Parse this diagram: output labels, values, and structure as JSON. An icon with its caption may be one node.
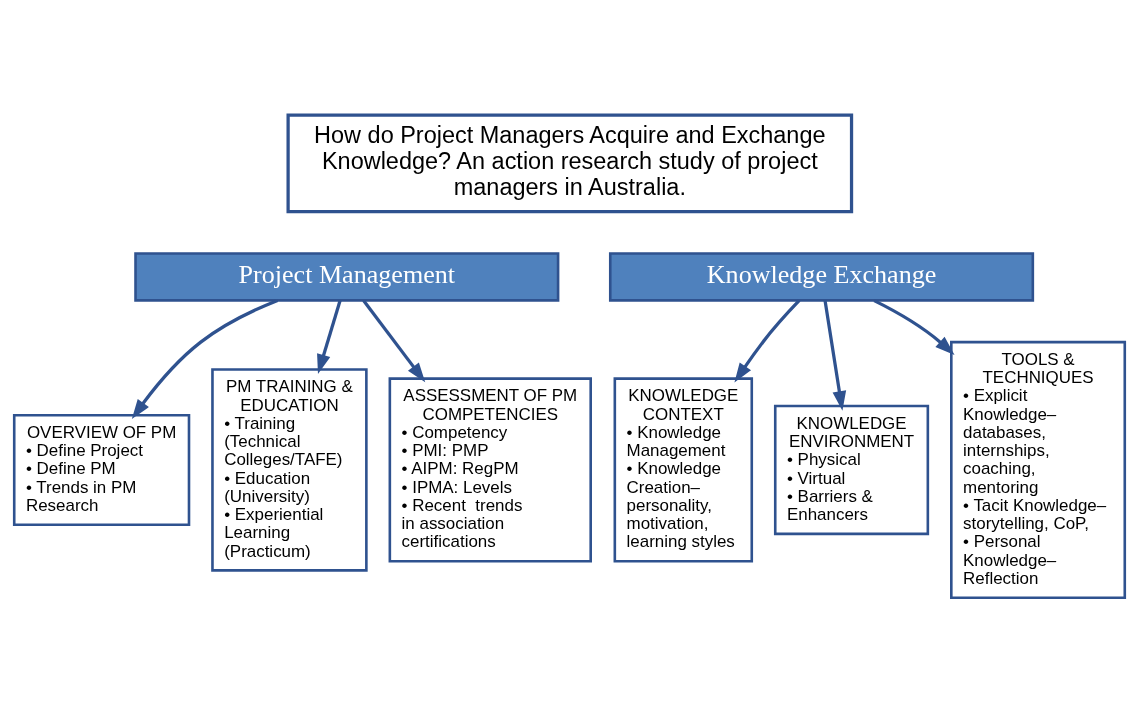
{
  "diagram": {
    "nodes": [
      {
        "text": [
          "How do Project Managers Acquire and Exchange Knowledge? An action research study of project managers in Australia."
        ]
      },
      {
        "text": [
          "Project Management"
        ]
      },
      {
        "text": [
          "Knowledge Exchange"
        ]
      },
      {
        "text": [
          "OVERVIEW OF PM",
          "• Define Project",
          "• Define PM",
          "• Trends in PM Research"
        ]
      },
      {
        "text": [
          "PM TRAINING & EDUCATION",
          "• Training (Technical Colleges/TAFE)",
          "• Education (University)",
          "• Experiential Learning (Practicum)"
        ]
      },
      {
        "text": [
          "ASSESSMENT OF PM COMPETENCIES",
          "• Competency",
          "• PMI: PMP",
          "• AIPM: RegPM",
          "• IPMA: Levels",
          "• Recent  trends in association certifications"
        ]
      },
      {
        "text": [
          "KNOWLEDGE CONTEXT",
          "• Knowledge Management",
          "• Knowledge Creation– personality, motivation, learning styles"
        ]
      },
      {
        "text": [
          "KNOWLEDGE ENVIRONMENT",
          "• Physical",
          "• Virtual",
          "• Barriers & Enhancers"
        ]
      },
      {
        "text": [
          "TOOLS & TECHNIQUES",
          "• Explicit Knowledge– databases, internships, coaching, mentoring",
          "• Tacit Knowledge– storytelling, CoP,",
          "• Personal Knowledge– Reflection"
        ]
      }
    ],
    "edges": [
      {
        "from": 1,
        "to": 3,
        "arrow": "to"
      },
      {
        "from": 1,
        "to": 4,
        "arrow": "to"
      },
      {
        "from": 1,
        "to": 5,
        "arrow": "to"
      },
      {
        "from": 2,
        "to": 6,
        "arrow": "to"
      },
      {
        "from": 2,
        "to": 7,
        "arrow": "to"
      },
      {
        "from": 2,
        "to": 8,
        "arrow": "to"
      }
    ]
  }
}
